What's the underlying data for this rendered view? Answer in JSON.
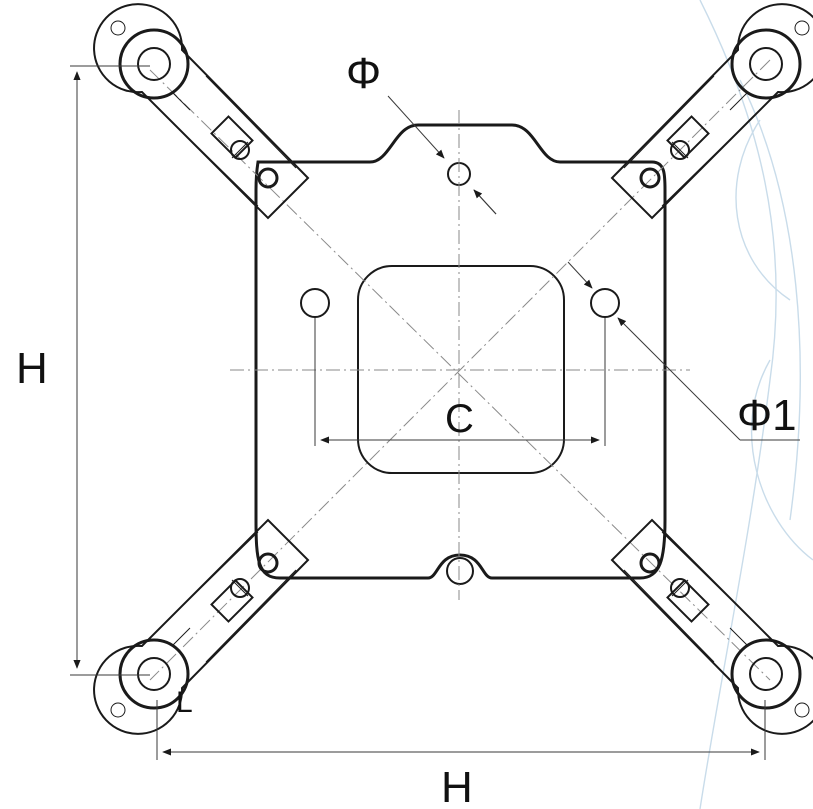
{
  "diagram": {
    "labels": {
      "height_left": "H",
      "width_bottom": "H",
      "hole_diameter_top": "Φ",
      "hole_diameter_right": "Φ1",
      "center_spacing": "C",
      "clamp_mark": "L"
    },
    "colors": {
      "line": "#1a1a1a",
      "center_line": "#8a8a8a",
      "watermark": "#c9dcea",
      "background": "#ffffff"
    }
  }
}
